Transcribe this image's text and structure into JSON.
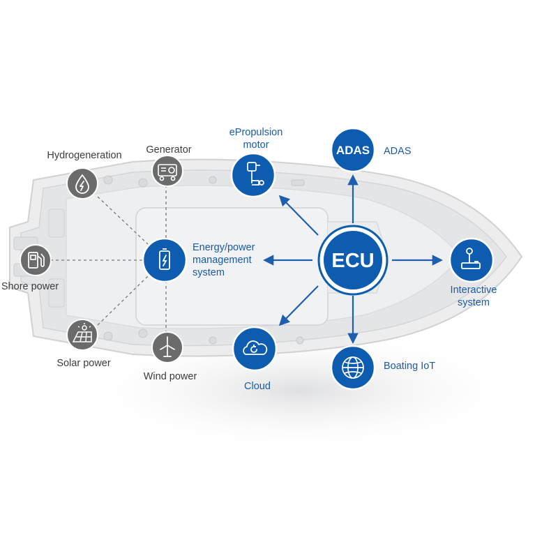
{
  "ecu": {
    "label": "ECU"
  },
  "hub": {
    "energy_label": [
      "Energy/power",
      "management",
      "system"
    ]
  },
  "sources": [
    {
      "id": "hydrogeneration",
      "label": "Hydrogeneration",
      "icon": "water-drop-bolt-icon"
    },
    {
      "id": "generator",
      "label": "Generator",
      "icon": "generator-icon"
    },
    {
      "id": "shore-power",
      "label": "Shore power",
      "icon": "fuel-pump-icon"
    },
    {
      "id": "solar-power",
      "label": "Solar power",
      "icon": "solar-panel-icon"
    },
    {
      "id": "wind-power",
      "label": "Wind power",
      "icon": "wind-turbine-icon"
    }
  ],
  "nodes": [
    {
      "id": "epropulsion",
      "label": [
        "ePropulsion",
        "motor"
      ],
      "icon": "outboard-motor-icon"
    },
    {
      "id": "adas",
      "label": [
        "ADAS"
      ],
      "badge": "ADAS",
      "icon": "adas-icon"
    },
    {
      "id": "interactive",
      "label": [
        "Interactive",
        "system"
      ],
      "icon": "joystick-icon"
    },
    {
      "id": "boating-iot",
      "label": [
        "Boating IoT"
      ],
      "icon": "globe-icon"
    },
    {
      "id": "cloud",
      "label": [
        "Cloud"
      ],
      "icon": "cloud-icon"
    }
  ],
  "colors": {
    "blue": "#0d5cb0",
    "gray": "#6f6f6f",
    "boat": "#e9eaec",
    "boat_stroke": "#c8cacd"
  }
}
